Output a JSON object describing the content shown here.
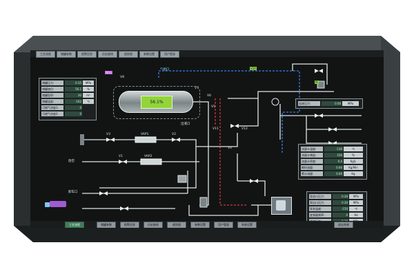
{
  "top_tabs": [
    "工艺流程",
    "储罐参数",
    "报警信息",
    "历史曲线",
    "趋势图",
    "参数设置",
    "用户登录"
  ],
  "tank": {
    "display": "56.1%"
  },
  "tank_info": {
    "rows": [
      {
        "label": "储罐压力:",
        "value": "0.35",
        "unit": "MPa"
      },
      {
        "label": "储罐液位:",
        "value": "56.1",
        "unit": "%"
      },
      {
        "label": "储罐容积:",
        "value": "30",
        "unit": "m³"
      },
      {
        "label": "储罐温度:",
        "value": "-162",
        "unit": "℃"
      },
      {
        "label": "可燃气浓度1:",
        "value": "0",
        "unit": ""
      },
      {
        "label": "可燃气浓度2:",
        "value": "0",
        "unit": ""
      }
    ]
  },
  "pressure_panel": {
    "label": "加液压力:",
    "value": "0.00",
    "unit": "MPa"
  },
  "flow_panel": {
    "rows": [
      {
        "label": "流量计温度:",
        "value": "-130",
        "unit": "℃"
      },
      {
        "label": "流量计增益:",
        "value": "100",
        "unit": "%"
      },
      {
        "label": "流量计密度:",
        "value": "0.4",
        "unit": "Kg/L"
      },
      {
        "label": "瞬时流量:",
        "value": "0.00",
        "unit": "Kg/Min"
      },
      {
        "label": "累计流量:",
        "value": "0.00",
        "unit": "Kg"
      }
    ]
  },
  "pump_panel": {
    "rows": [
      {
        "label": "泵进口压力:",
        "value": "0.30",
        "unit": "MPa"
      },
      {
        "label": "泵出口压力:",
        "value": "0.30",
        "unit": "MPa"
      },
      {
        "label": "泵池温度:",
        "value": "-150",
        "unit": "℃"
      },
      {
        "label": "变频器频率:",
        "value": "0",
        "unit": "Hz"
      },
      {
        "label": "泵池压力:",
        "value": "0.30",
        "unit": "MPa"
      }
    ]
  },
  "diagram_labels": {
    "bog": "BOG",
    "v8": "V8",
    "v10": "V10",
    "v7": "V7",
    "v6": "V6",
    "v5": "V5",
    "v4": "V4",
    "v3": "V3",
    "v2": "V2",
    "v1": "V1",
    "v11": "V11",
    "v12": "V12",
    "vap1": "VAP1",
    "vap2": "VAP2",
    "pi": "PI",
    "liquid_out": "出液口",
    "gas_out": "气相口",
    "vent": "放空",
    "unload": "卸车口"
  },
  "bottom_tabs": [
    "工艺流程",
    "储罐参数",
    "报警信息",
    "历史曲线",
    "趋势图",
    "参数设置",
    "用户管理",
    "系统设置",
    "退出系统"
  ]
}
